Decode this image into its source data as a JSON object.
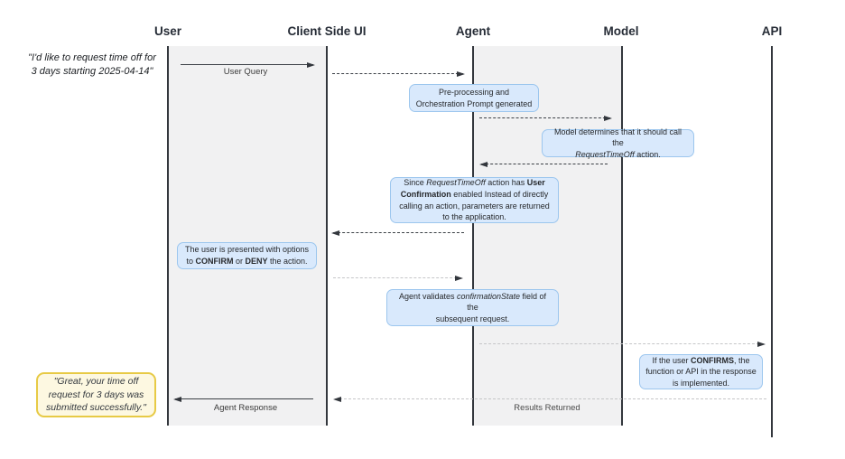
{
  "lifelines": [
    {
      "label": "User"
    },
    {
      "label": "Client Side UI"
    },
    {
      "label": "Agent"
    },
    {
      "label": "Model"
    },
    {
      "label": "API"
    }
  ],
  "quotes": {
    "user_request": "\"I'd like to request time off for\n3 days starting 2025-04-14\"",
    "final_response": "\"Great, your time off\nrequest for 3 days was\nsubmitted successfully.\""
  },
  "message_labels": {
    "user_query": "User Query",
    "agent_response": "Agent Response",
    "results_returned": "Results Returned"
  },
  "notes": {
    "preprocessing": [
      {
        "t": "Pre-processing and\nOrchestration Prompt generated"
      }
    ],
    "model_determines": [
      {
        "t": "Model determines that it should call the\n"
      },
      {
        "t": "RequestTimeOff",
        "i": true
      },
      {
        "t": " action."
      }
    ],
    "user_confirmation": [
      {
        "t": "Since "
      },
      {
        "t": "RequestTimeOff",
        "i": true
      },
      {
        "t": " action has "
      },
      {
        "t": "User Confirmation",
        "b": true
      },
      {
        "t": " enabled Instead of directly calling an action, parameters are returned to the application."
      }
    ],
    "confirm_deny": [
      {
        "t": "The user is presented with options\nto "
      },
      {
        "t": "CONFIRM",
        "b": true
      },
      {
        "t": " or "
      },
      {
        "t": "DENY",
        "b": true
      },
      {
        "t": " the action."
      }
    ],
    "agent_validates": [
      {
        "t": "Agent validates "
      },
      {
        "t": "confirmationState",
        "i": true
      },
      {
        "t": " field of the\nsubsequent request."
      }
    ],
    "confirms_implemented": [
      {
        "t": "If the user "
      },
      {
        "t": "CONFIRMS",
        "b": true
      },
      {
        "t": ", the\nfunction or API in the response\nis implemented."
      }
    ]
  },
  "colors": {
    "note_fill": "#d9e9fc",
    "note_border": "#9cc6ee",
    "quote_fill": "#fdf8e1",
    "quote_border": "#e7ca45",
    "band_fill": "#f1f1f2",
    "lifeline_dark": "#33373d",
    "dash_dark": "#3a3f45",
    "dash_light": "#c5c6c8",
    "header_text": "#262c36"
  }
}
